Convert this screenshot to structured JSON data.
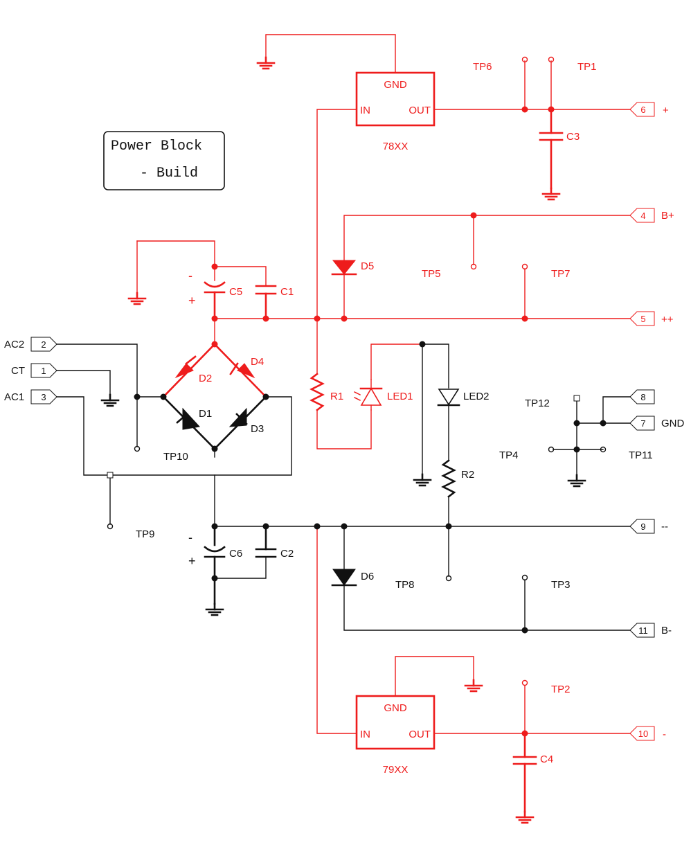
{
  "colors": {
    "red": "#ee1c1c",
    "black": "#111111"
  },
  "title": {
    "line1": "Power Block",
    "line2": "- Build"
  },
  "regulators": {
    "pos": {
      "name": "78XX",
      "gnd": "GND",
      "in": "IN",
      "out": "OUT"
    },
    "neg": {
      "name": "79XX",
      "gnd": "GND",
      "in": "IN",
      "out": "OUT"
    }
  },
  "ports": {
    "p6": {
      "num": "6",
      "label": "+"
    },
    "p4": {
      "num": "4",
      "label": "B+"
    },
    "p5": {
      "num": "5",
      "label": "++"
    },
    "p2": {
      "num": "2",
      "label": "AC2"
    },
    "p1": {
      "num": "1",
      "label": "CT"
    },
    "p3": {
      "num": "3",
      "label": "AC1"
    },
    "p8": {
      "num": "8",
      "label": ""
    },
    "p7": {
      "num": "7",
      "label": "GND"
    },
    "p9": {
      "num": "9",
      "label": "--"
    },
    "p11": {
      "num": "11",
      "label": "B-"
    },
    "p10": {
      "num": "10",
      "label": "-"
    }
  },
  "components": {
    "C1": "C1",
    "C2": "C2",
    "C3": "C3",
    "C4": "C4",
    "C5": "C5",
    "C6": "C6",
    "D1": "D1",
    "D2": "D2",
    "D3": "D3",
    "D4": "D4",
    "D5": "D5",
    "D6": "D6",
    "R1": "R1",
    "R2": "R2",
    "LED1": "LED1",
    "LED2": "LED2"
  },
  "testpoints": {
    "TP1": "TP1",
    "TP2": "TP2",
    "TP3": "TP3",
    "TP4": "TP4",
    "TP5": "TP5",
    "TP6": "TP6",
    "TP7": "TP7",
    "TP8": "TP8",
    "TP9": "TP9",
    "TP10": "TP10",
    "TP11": "TP11",
    "TP12": "TP12"
  },
  "polarity": {
    "minus": "-",
    "plus": "+"
  }
}
